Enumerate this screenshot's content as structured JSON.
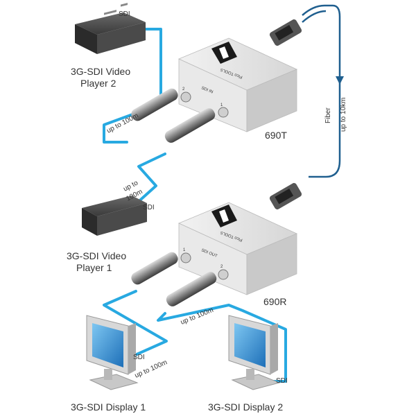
{
  "labels": {
    "player2_line1": "3G-SDI Video",
    "player2_line2": "Player 2",
    "player1_line1": "3G-SDI Video",
    "player1_line2": "Player 1",
    "display1": "3G-SDI Display 1",
    "display2": "3G-SDI Display 2",
    "tx_model": "690T",
    "rx_model": "690R",
    "sdi_top": "SDI",
    "sdi_mid": "SDI",
    "sdi_disp1": "SDI",
    "sdi_disp2": "SDI",
    "upto_p2": "up to 100m",
    "upto_mid_line1": "up to",
    "upto_mid_line2": "100m",
    "upto_disp1": "up to 100m",
    "upto_disp2": "up to 100m",
    "fiber_line1": "Fiber",
    "fiber_line2": "up to 10km",
    "tx_port_label": "SDI IN",
    "rx_port_label": "SDI OUT",
    "tx_port1": "1",
    "tx_port2": "2",
    "rx_port1": "1",
    "rx_port2": "2",
    "brand_text_tx": "Pico TOOLS",
    "brand_text_rx": "Pico TOOLS"
  },
  "colors": {
    "cable": "#28a9e1",
    "fiber": "#1f5f8f",
    "device_body": "#e3e3e3",
    "screen": "#2f8fd4"
  }
}
